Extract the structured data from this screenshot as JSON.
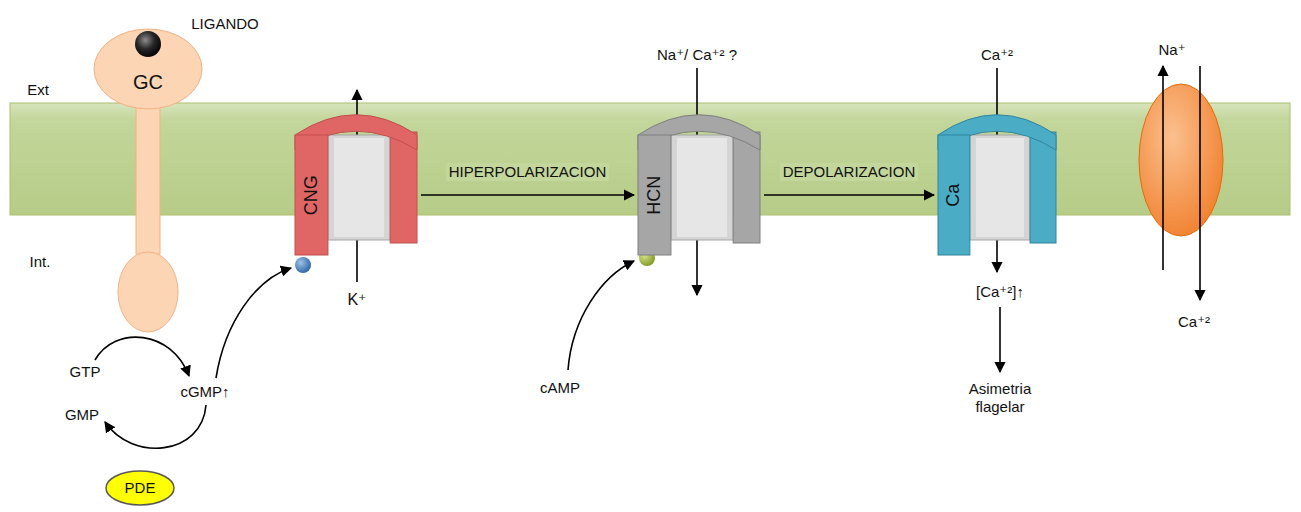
{
  "diagram": {
    "nodes": [
      {
        "text": [
          "GC"
        ]
      },
      {
        "text": [
          "CNG"
        ]
      },
      {
        "text": [
          "HCN"
        ]
      },
      {
        "text": [
          "Ca"
        ]
      },
      {
        "text": [
          "PDE"
        ]
      }
    ],
    "edges": [
      {
        "from": 1,
        "to": 2,
        "arrow": "to",
        "label": "HIPERPOLARIZACION"
      },
      {
        "from": 2,
        "to": 3,
        "arrow": "to",
        "label": "DEPOLARIZACION"
      }
    ],
    "labels": [
      "LIGANDO",
      "Ext",
      "Int.",
      "K⁺",
      "Na⁺/ Ca⁺² ?",
      "Ca⁺²",
      "[Ca⁺²]↑",
      "Asimetria flagelar",
      "Na⁺",
      "Ca⁺²",
      "GTP",
      "GMP",
      "cGMP↑",
      "cAMP"
    ]
  }
}
